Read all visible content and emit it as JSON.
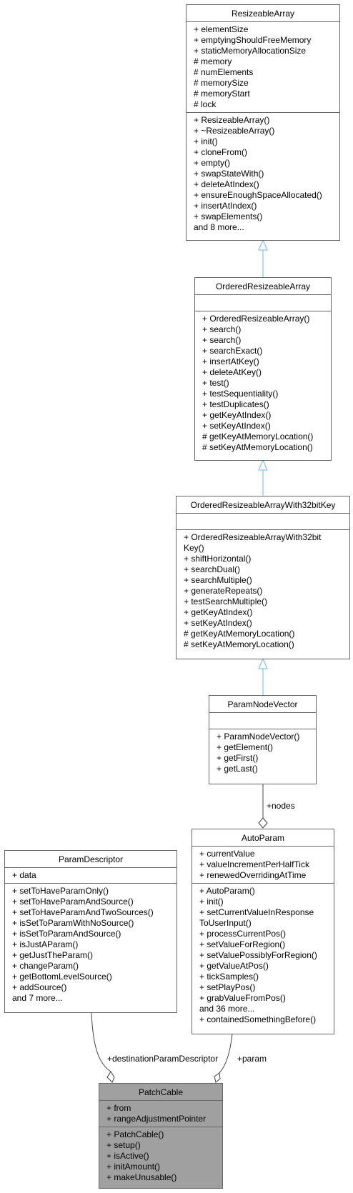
{
  "colors": {
    "inheritance_edge": "#63b8ff",
    "assoc_edge": "#404040",
    "box_border": "#666666",
    "focus_fill": "#a0a0a0"
  },
  "resizeable_array": {
    "name": "ResizeableArray",
    "attributes": [
      "+ elementSize",
      "+ emptyingShouldFreeMemory",
      "+ staticMemoryAllocationSize",
      "# memory",
      "# numElements",
      "# memorySize",
      "# memoryStart",
      "# lock"
    ],
    "methods": [
      "+ ResizeableArray()",
      "+ ~ResizeableArray()",
      "+ init()",
      "+ cloneFrom()",
      "+ empty()",
      "+ swapStateWith()",
      "+ deleteAtIndex()",
      "+ ensureEnoughSpaceAllocated()",
      "+ insertAtIndex()",
      "+ swapElements()",
      "and 8 more..."
    ]
  },
  "ordered_resizeable_array": {
    "name": "OrderedResizeableArray",
    "methods": [
      "+ OrderedResizeableArray()",
      "+ search()",
      "+ search()",
      "+ searchExact()",
      "+ insertAtKey()",
      "+ deleteAtKey()",
      "+ test()",
      "+ testSequentiality()",
      "+ testDuplicates()",
      "+ getKeyAtIndex()",
      "+ setKeyAtIndex()",
      "# getKeyAtMemoryLocation()",
      "# setKeyAtMemoryLocation()"
    ]
  },
  "ordered_32bit": {
    "name": "OrderedResizeableArrayWith32bitKey",
    "methods": [
      "+ OrderedResizeableArrayWith32bit",
      "Key()",
      "+ shiftHorizontal()",
      "+ searchDual()",
      "+ searchMultiple()",
      "+ generateRepeats()",
      "+ testSearchMultiple()",
      "+ getKeyAtIndex()",
      "+ setKeyAtIndex()",
      "# getKeyAtMemoryLocation()",
      "# setKeyAtMemoryLocation()"
    ]
  },
  "param_node_vector": {
    "name": "ParamNodeVector",
    "methods": [
      "+ ParamNodeVector()",
      "+ getElement()",
      "+ getFirst()",
      "+ getLast()"
    ]
  },
  "param_descriptor": {
    "name": "ParamDescriptor",
    "attributes": [
      "+ data"
    ],
    "methods": [
      "+ setToHaveParamOnly()",
      "+ setToHaveParamAndSource()",
      "+ setToHaveParamAndTwoSources()",
      "+ isSetToParamWithNoSource()",
      "+ isSetToParamAndSource()",
      "+ isJustAParam()",
      "+ getJustTheParam()",
      "+ changeParam()",
      "+ getBottomLevelSource()",
      "+ addSource()",
      "and 7 more..."
    ]
  },
  "auto_param": {
    "name": "AutoParam",
    "attributes": [
      "+ currentValue",
      "+ valueIncrementPerHalfTick",
      "+ renewedOverridingAtTime"
    ],
    "methods": [
      "+ AutoParam()",
      "+ init()",
      "+ setCurrentValueInResponse",
      "ToUserInput()",
      "+ processCurrentPos()",
      "+ setValueForRegion()",
      "+ setValuePossiblyForRegion()",
      "+ getValueAtPos()",
      "+ tickSamples()",
      "+ setPlayPos()",
      "+ grabValueFromPos()",
      "and 36 more...",
      "+ containedSomethingBefore()"
    ]
  },
  "patch_cable": {
    "name": "PatchCable",
    "attributes": [
      "+ from",
      "+ rangeAdjustmentPointer"
    ],
    "methods": [
      "+ PatchCable()",
      "+ setup()",
      "+ isActive()",
      "+ initAmount()",
      "+ makeUnusable()"
    ]
  },
  "edge_labels": {
    "nodes": "+nodes",
    "destination": "+destinationParamDescriptor",
    "param": "+param"
  }
}
